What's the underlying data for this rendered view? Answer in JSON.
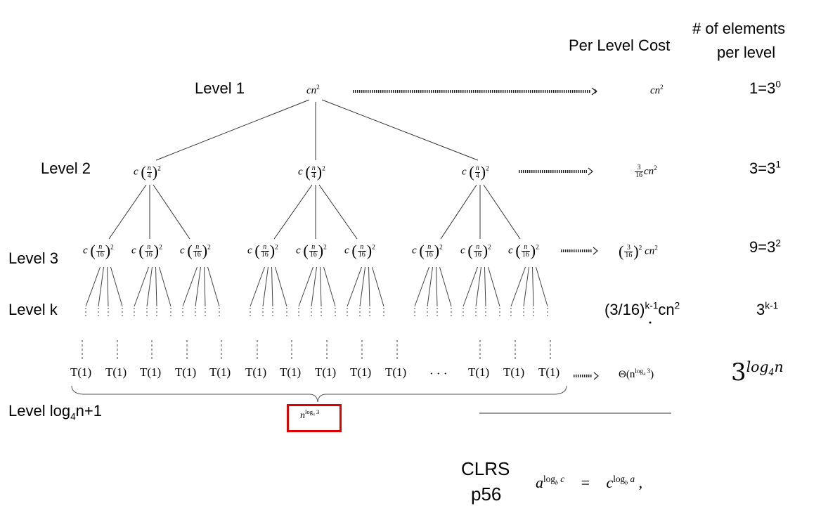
{
  "headers": {
    "per_level_cost": "Per Level Cost",
    "elements_line1": "# of elements",
    "elements_line2": "per level"
  },
  "levels": {
    "l1": "Level 1",
    "l2": "Level 2",
    "l3": "Level 3",
    "lk": "Level k",
    "last_prefix": "Level log",
    "last_sub": "4",
    "last_suffix": "n+1"
  },
  "tree": {
    "root": "cn",
    "root_exp": "2",
    "coef": "c",
    "l2_num": "n",
    "l2_den": "4",
    "l3_num": "n",
    "l3_den": "16",
    "exp": "2",
    "leaf": "T(1)",
    "ellipsis": "· · ·"
  },
  "costs": {
    "c1": "cn",
    "c1_exp": "2",
    "c2_num": "3",
    "c2_den": "16",
    "c2_tail": "cn",
    "c3_num": "3",
    "c3_den": "16",
    "c3_tail": "cn",
    "ck_base": "(3/16)",
    "ck_exp": "k-1",
    "ck_tail": "cn",
    "ck_tail_exp": "2",
    "clast": "Θ(n",
    "clast_exp": "log",
    "clast_sub": "4",
    "clast_exp2": " 3",
    "clast_close": ")"
  },
  "counts": {
    "n1": "1=3",
    "n1_exp": "0",
    "n2": "3=3",
    "n2_exp": "1",
    "n3": "9=3",
    "n3_exp": "2",
    "nk": "3",
    "nk_exp": "k-1",
    "nlast": "3",
    "nlast_exp": "log",
    "nlast_sub": "4",
    "nlast_exp2": "n"
  },
  "leafsum": {
    "base": "n",
    "exp": "log",
    "sub": "4",
    "exp2": " 3"
  },
  "clrs": {
    "line1": "CLRS",
    "line2": "p56",
    "lhs_base": "a",
    "lhs_exp": "log",
    "lhs_sub": "b",
    "lhs_exp2": " c",
    "eq": "=",
    "rhs_base": "c",
    "rhs_exp": "log",
    "rhs_sub": "b",
    "rhs_exp2": " a",
    "comma": ","
  }
}
